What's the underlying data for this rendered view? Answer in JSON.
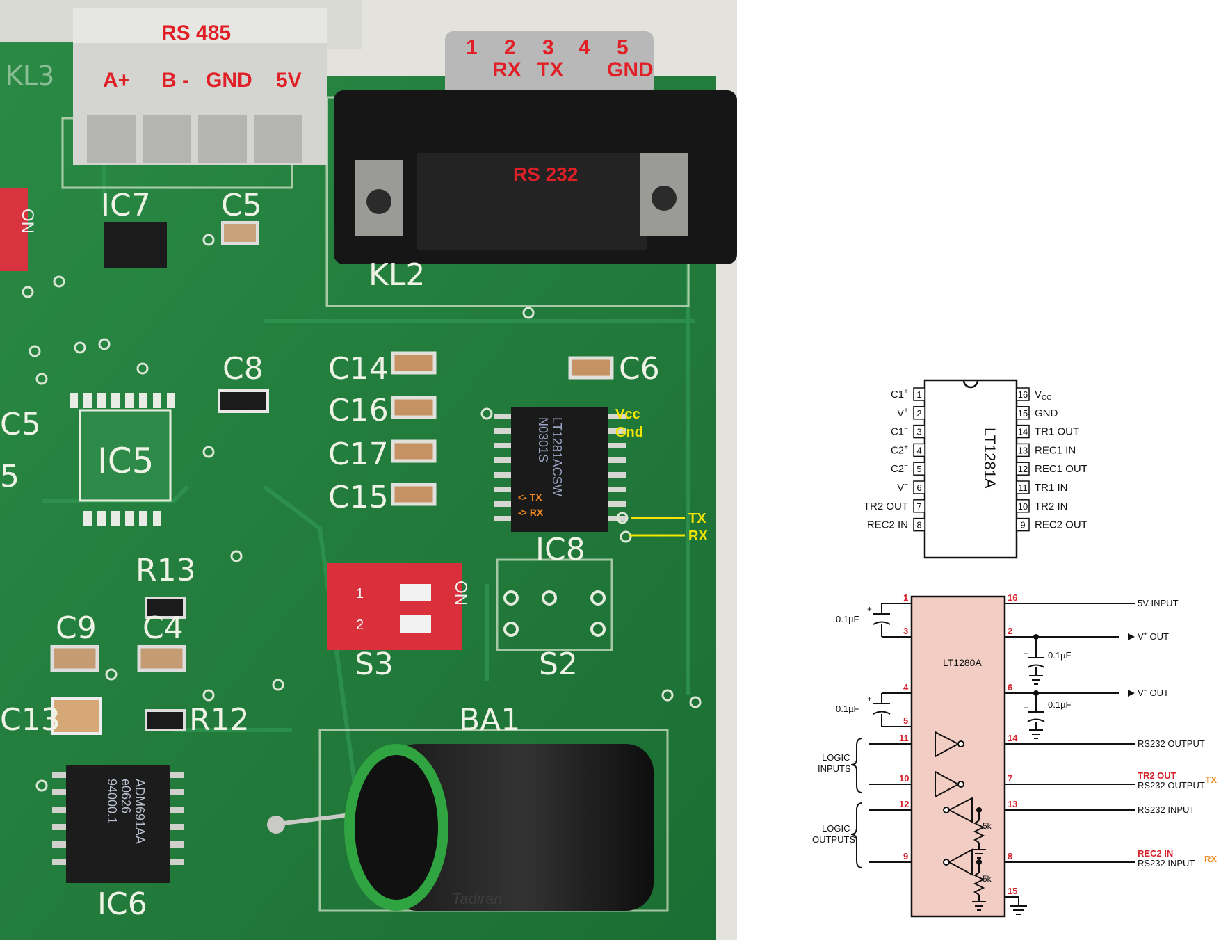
{
  "board": {
    "silkscreen": {
      "kl3": "KL3",
      "kl2": "KL2",
      "ic7": "IC7",
      "c5_top": "C5",
      "c8": "C8",
      "c6": "C6",
      "c14": "C14",
      "c16": "C16",
      "c17": "C17",
      "c15": "C15",
      "c5_left": "C5",
      "ic5": "IC5",
      "five": "5",
      "r13": "R13",
      "c9": "C9",
      "c4": "C4",
      "c13": "C13",
      "r12": "R12",
      "ba1": "BA1",
      "ic6": "IC6",
      "ic8": "IC8",
      "s3": "S3",
      "s2": "S2",
      "on_left": "ON",
      "on_switch": "ON",
      "sw_1": "1",
      "sw_2": "2"
    },
    "chip_markings": {
      "ic8": [
        "LT1281ACSW",
        "N0301S"
      ],
      "ic6": [
        "ADM691AA",
        "e0626",
        "94000.1"
      ],
      "battery": "Tadiran"
    },
    "rs485": {
      "title": "RS 485",
      "pins": [
        "A+",
        "B -",
        "GND",
        "5V"
      ]
    },
    "rs232": {
      "title": "RS 232",
      "pin_numbers": [
        "1",
        "2",
        "3",
        "4",
        "5"
      ],
      "pin_names": [
        "RX",
        "TX",
        "GND"
      ]
    },
    "ic8_annotations": {
      "vcc": "Vcc",
      "gnd": "Gnd",
      "tx_in": "<- TX",
      "rx_out": "-> RX"
    },
    "wire_labels": {
      "tx": "TX",
      "rx": "RX"
    }
  },
  "pinout": {
    "chip_name": "LT1281A",
    "left_pins": [
      {
        "num": "1",
        "name": "C1",
        "sup": "+"
      },
      {
        "num": "2",
        "name": "V",
        "sup": "+"
      },
      {
        "num": "3",
        "name": "C1",
        "sup": "−"
      },
      {
        "num": "4",
        "name": "C2",
        "sup": "+"
      },
      {
        "num": "5",
        "name": "C2",
        "sup": "−"
      },
      {
        "num": "6",
        "name": "V",
        "sup": "−"
      },
      {
        "num": "7",
        "name": "TR2 OUT",
        "sup": ""
      },
      {
        "num": "8",
        "name": "REC2 IN",
        "sup": ""
      }
    ],
    "right_pins": [
      {
        "num": "16",
        "name": "V",
        "sub": "CC"
      },
      {
        "num": "15",
        "name": "GND",
        "sub": ""
      },
      {
        "num": "14",
        "name": "TR1 OUT",
        "sub": ""
      },
      {
        "num": "13",
        "name": "REC1 IN",
        "sub": ""
      },
      {
        "num": "12",
        "name": "REC1 OUT",
        "sub": ""
      },
      {
        "num": "11",
        "name": "TR1 IN",
        "sub": ""
      },
      {
        "num": "10",
        "name": "TR2 IN",
        "sub": ""
      },
      {
        "num": "9",
        "name": "REC2 OUT",
        "sub": ""
      }
    ]
  },
  "application": {
    "chip_name": "LT1280A",
    "pin_numbers": [
      "1",
      "3",
      "4",
      "5",
      "11",
      "10",
      "12",
      "9",
      "16",
      "2",
      "6",
      "14",
      "7",
      "13",
      "8",
      "15"
    ],
    "cap_labels": [
      "0.1µF",
      "0.1µF",
      "0.1µF",
      "0.1µF"
    ],
    "outputs": {
      "input_5v": "5V INPUT",
      "vplus_out": "V",
      "vplus_sup": "+",
      "vplus_suffix": " OUT",
      "vminus_out": "V",
      "vminus_sup": "−",
      "vminus_suffix": " OUT",
      "rs232_output_1": "RS232 OUTPUT",
      "tr2_out": "TR2 OUT",
      "rs232_output_2": "RS232 OUTPUT",
      "rs232_input_1": "RS232 INPUT",
      "rec2_in": "REC2 IN",
      "rs232_input_2": "RS232 INPUT",
      "tx": "TX",
      "rx": "RX"
    },
    "resistor_labels": [
      "5k",
      "5k"
    ],
    "logic_inputs": [
      "LOGIC",
      "INPUTS"
    ],
    "logic_outputs": [
      "LOGIC",
      "OUTPUTS"
    ]
  },
  "colors": {
    "pcb": "#1f7a3a",
    "annotation_red": "#e01f26",
    "annotation_yellow": "#f5e400",
    "annotation_orange": "#f08a24",
    "schematic_fill": "#f2cdc3",
    "pin_red": "#d8202a"
  }
}
